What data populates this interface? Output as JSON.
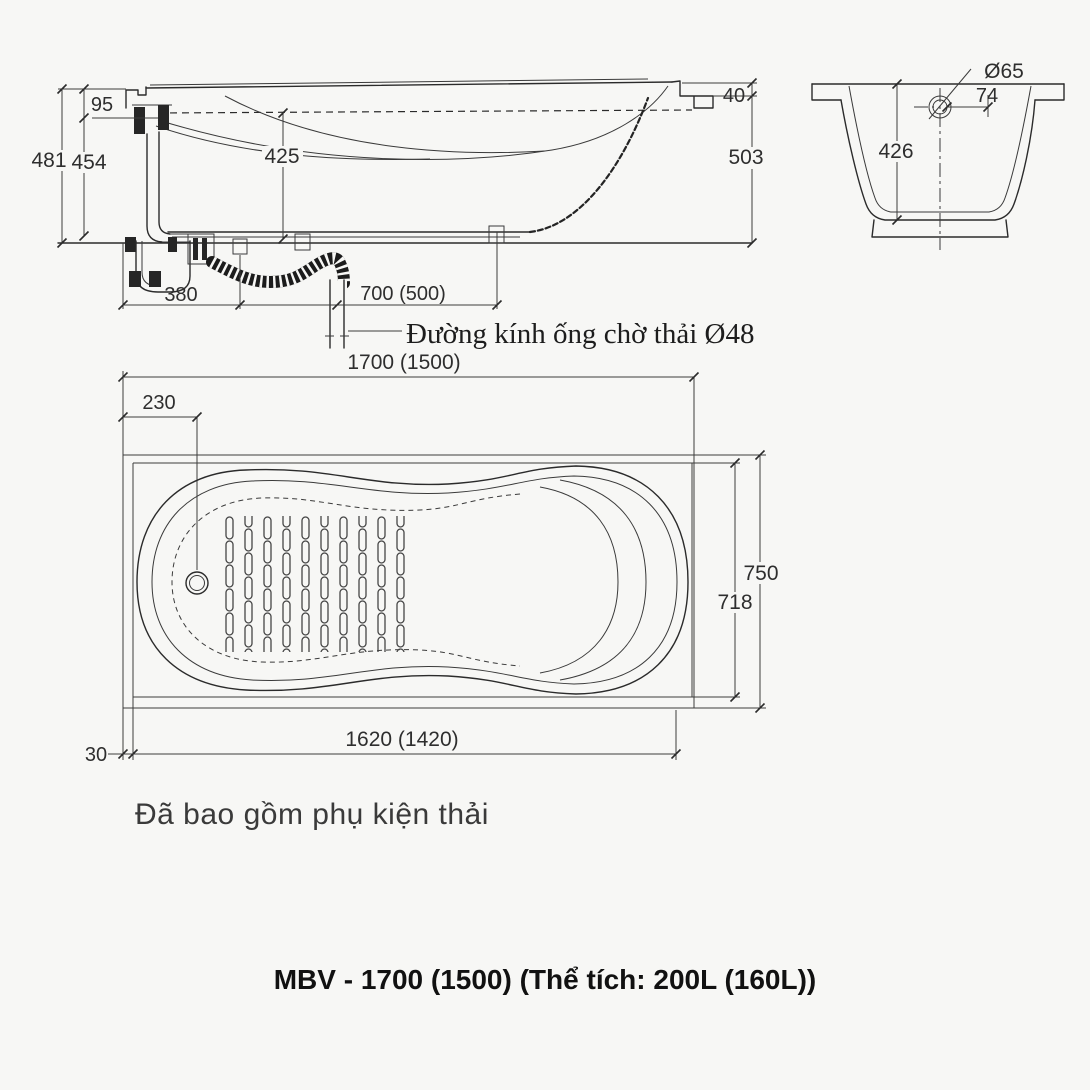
{
  "side_view": {
    "dim_95": "95",
    "dim_454": "454",
    "dim_481": "481",
    "dim_425": "425",
    "dim_40": "40",
    "dim_503": "503",
    "dim_380": "380",
    "dim_700": "700 (500)",
    "drain_callout": "Đường kính ống chờ thải Ø48"
  },
  "section_view": {
    "dim_overflow_diameter": "Ø65",
    "dim_74": "74",
    "dim_426": "426"
  },
  "plan_view": {
    "dim_length": "1700 (1500)",
    "dim_drain_offset": "230",
    "dim_width": "750",
    "dim_inner_width": "718",
    "dim_base_length": "1620 (1420)",
    "dim_edge": "30"
  },
  "footer": {
    "note": "Đã bao gồm phụ kiện thải",
    "model": "MBV - 1700 (1500) (Thể tích: 200L (160L))"
  },
  "colors": {
    "background": "#f7f7f5",
    "line": "#2b2b2b",
    "text": "#2e2e2e",
    "hose": "#1c1c1c"
  }
}
